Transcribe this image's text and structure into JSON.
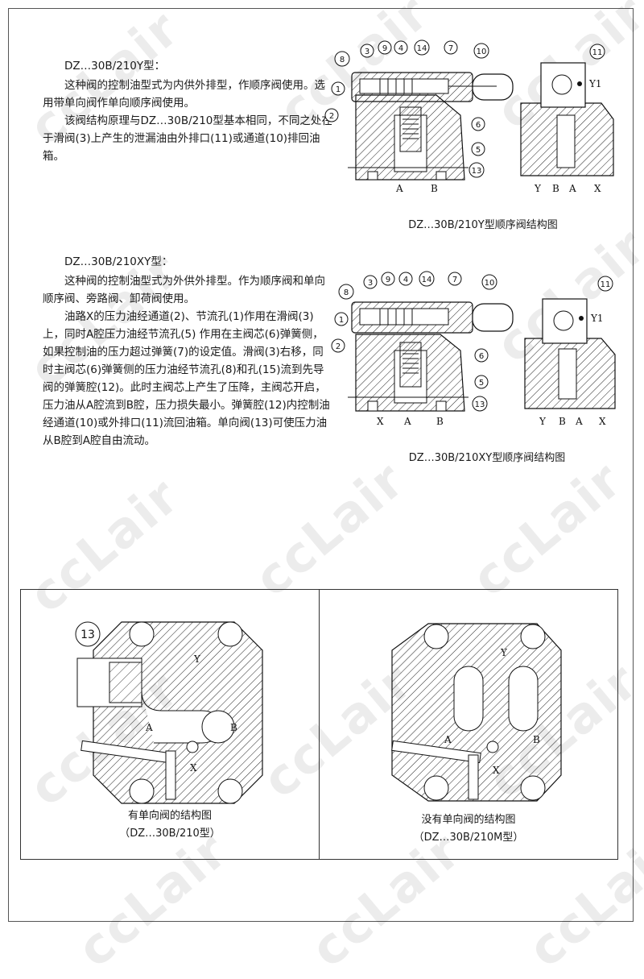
{
  "section_y": {
    "heading": "DZ…30B/210Y型：",
    "paragraphs": [
      "这种阀的控制油型式为内供外排型，作顺序阀使用。选用带单向阀作单向顺序阀使用。",
      "该阀结构原理与DZ…30B/210型基本相同，不同之处在于滑阀(3)上产生的泄漏油由外排口(11)或通道(10)排回油箱。"
    ],
    "figure_caption": "DZ…30B/210Y型顺序阀结构图"
  },
  "section_xy": {
    "heading": "DZ…30B/210XY型：",
    "paragraphs": [
      "这种阀的控制油型式为外供外排型。作为顺序阀和单向顺序阀、旁路阀、卸荷阀使用。",
      "油路X的压力油经通道(2)、节流孔(1)作用在滑阀(3)上，同时A腔压力油经节流孔(5) 作用在主阀芯(6)弹簧侧，如果控制油的压力超过弹簧(7)的设定值。滑阀(3)右移，同时主阀芯(6)弹簧侧的压力油经节流孔(8)和孔(15)流到先导阀的弹簧腔(12)。此时主阀芯上产生了压降，主阀芯开启，压力油从A腔流到B腔，压力损失最小。弹簧腔(12)内控制油经通道(10)或外排口(11)流回油箱。单向阀(13)可使压力油从B腔到A腔自由流动。"
    ],
    "figure_caption": "DZ…30B/210XY型顺序阀结构图"
  },
  "callouts": [
    "1",
    "2",
    "3",
    "4",
    "5",
    "6",
    "7",
    "8",
    "9",
    "10",
    "11",
    "13",
    "14"
  ],
  "port_labels": {
    "a": "A",
    "b": "B",
    "x": "X",
    "y": "Y",
    "y1": "Y1"
  },
  "bottom_left": {
    "callout": "13",
    "caption_line1": "有单向阀的结构图",
    "caption_line2": "（DZ…30B/210型）"
  },
  "bottom_right": {
    "caption_line1": "没有单向阀的结构图",
    "caption_line2": "（DZ…30B/210M型）"
  },
  "watermark": "ccLair"
}
